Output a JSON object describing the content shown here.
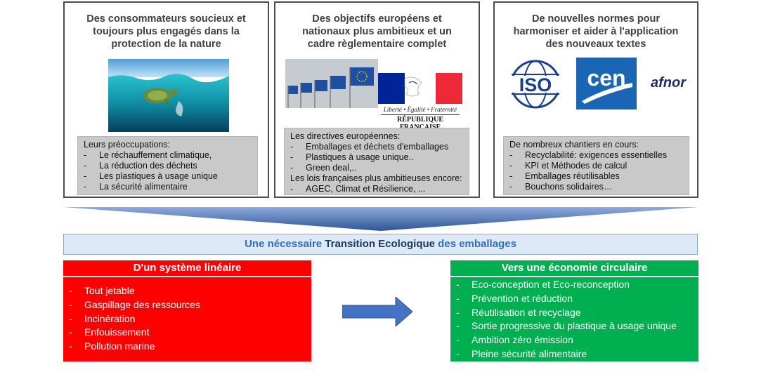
{
  "panels": [
    {
      "title_lines": [
        "Des consommateurs soucieux et",
        "toujours plus engagés dans la",
        "protection de la nature"
      ],
      "box_intro": "Leurs préoccupations:",
      "box_items": [
        "Le réchauffement climatique,",
        "La réduction des déchets",
        "Les plastiques à usage unique",
        "La sécurité alimentaire"
      ]
    },
    {
      "title_lines": [
        "Des objectifs européens et",
        "nationaux plus ambitieux et un",
        "cadre règlementaire complet"
      ],
      "box_intro": "Les directives européennes:",
      "box_items": [
        "Emballages et déchets d'emballages",
        "Plastiques à usage unique..",
        "Green deal,.."
      ],
      "box_intro2": "Les lois françaises plus ambitieuses encore:",
      "box_items2": [
        "AGEC, Climat et Résilience, ..."
      ],
      "logo_motto": "Liberté • Égalité • Fraternité",
      "logo_name": "RÉPUBLIQUE FRANÇAISE"
    },
    {
      "title_lines": [
        "De nouvelles normes pour",
        "harmoniser et aider à l'application",
        "des nouveaux textes"
      ],
      "box_intro": "De nombreux chantiers en cours:",
      "box_items": [
        "Recyclabilité: exigences essentielles",
        "KPI et Méthodes de calcul",
        "Emballages réutilisables",
        "Bouchons solidaires…"
      ],
      "logos": [
        "ISO",
        "cen",
        "afnor"
      ]
    }
  ],
  "banner": {
    "part1": "Une nécessaire ",
    "part2": "Transition Ecologique",
    "part3": " des emballages"
  },
  "left_column": {
    "title": "D'un système linéaire",
    "items": [
      "Tout jetable",
      "Gaspillage des ressources",
      "Incinération",
      "Enfouissement",
      "Pollution marine"
    ]
  },
  "right_column": {
    "title": "Vers une économie circulaire",
    "items": [
      "Eco-conception et Eco-reconception",
      "Prévention et réduction",
      "Réutilisation et recyclage",
      "Sortie progressive du plastique à usage unique",
      "Ambition zéro émission",
      "Pleine sécurité alimentaire"
    ]
  },
  "colors": {
    "red": "#ff0000",
    "green": "#00b050",
    "arrow_blue": "#4472c4",
    "banner_bg": "#dde9f6"
  }
}
